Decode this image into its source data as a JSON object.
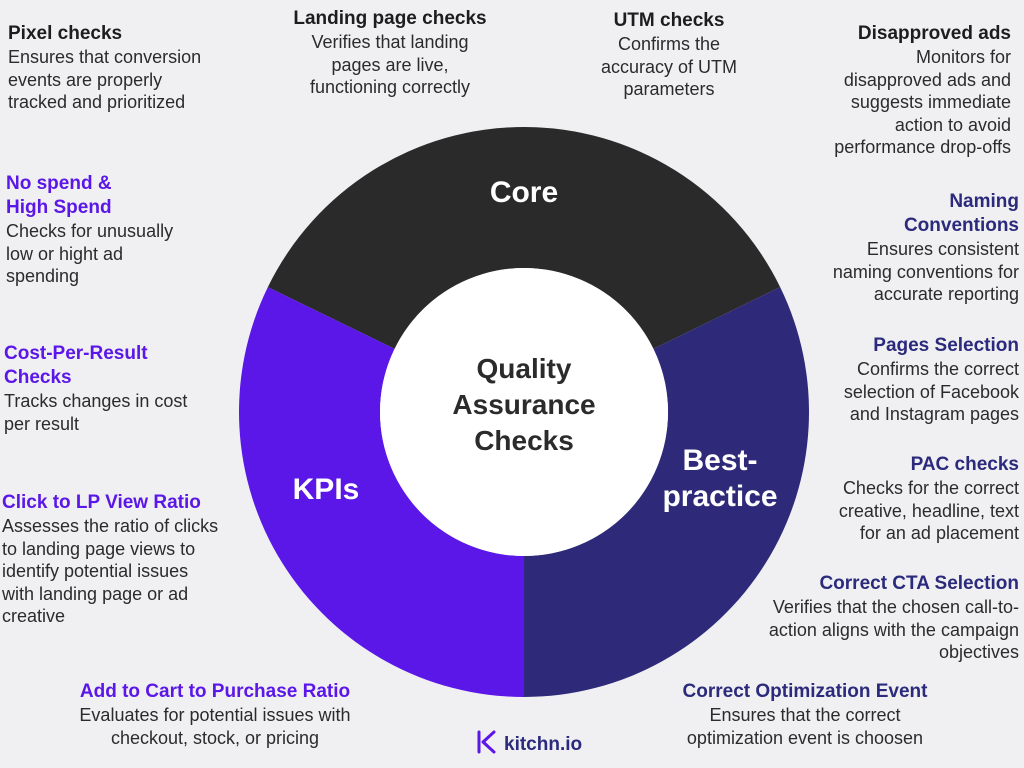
{
  "center": {
    "lines": [
      "Quality",
      "Assurance",
      "Checks"
    ]
  },
  "segments": {
    "core": {
      "label": "Core",
      "color": "#2a2a2a"
    },
    "kpis": {
      "label": "KPIs",
      "color": "#5a17e8"
    },
    "best": {
      "lines": [
        "Best-",
        "practice"
      ],
      "color": "#2e2a79"
    }
  },
  "blocks": {
    "pixel": {
      "title": "Pixel checks",
      "desc": "Ensures that conversion\nevents are properly\ntracked and prioritized"
    },
    "landing": {
      "title": "Landing page checks",
      "desc": "Verifies that landing\npages are live,\nfunctioning correctly"
    },
    "utm": {
      "title": "UTM checks",
      "desc": "Confirms the\naccuracy of UTM\nparameters"
    },
    "disapproved": {
      "title": "Disapproved ads",
      "desc": "Monitors for\ndisapproved ads and\nsuggests immediate\naction to avoid\nperformance drop-offs"
    },
    "nospend": {
      "title": "No spend &\nHigh Spend",
      "desc": "Checks for unusually\nlow or hight ad\nspending"
    },
    "cpr": {
      "title": "Cost-Per-Result\nChecks",
      "desc": "Tracks changes in cost\nper result"
    },
    "clicklp": {
      "title": "Click to LP View Ratio",
      "desc": "Assesses the ratio of clicks\nto landing page views to\nidentify potential issues\nwith landing page or ad\ncreative"
    },
    "atc": {
      "title": "Add to Cart to Purchase Ratio",
      "desc": "Evaluates for potential issues with\ncheckout, stock, or pricing"
    },
    "naming": {
      "title": "Naming\nConventions",
      "desc": "Ensures consistent\nnaming conventions for\naccurate reporting"
    },
    "pages": {
      "title": "Pages Selection",
      "desc": "Confirms the correct\nselection of Facebook\nand Instagram pages"
    },
    "pac": {
      "title": "PAC checks",
      "desc": "Checks for the correct\ncreative, headline, text\nfor an ad placement"
    },
    "cta": {
      "title": "Correct CTA Selection",
      "desc": "Verifies that the chosen call-to-\naction aligns with the campaign\nobjectives"
    },
    "optim": {
      "title": "Correct Optimization Event",
      "desc": "Ensures that the correct\noptimization event is choosen"
    }
  },
  "logo": {
    "text": "kitchn.io",
    "icon": "kitchn-k-icon"
  }
}
